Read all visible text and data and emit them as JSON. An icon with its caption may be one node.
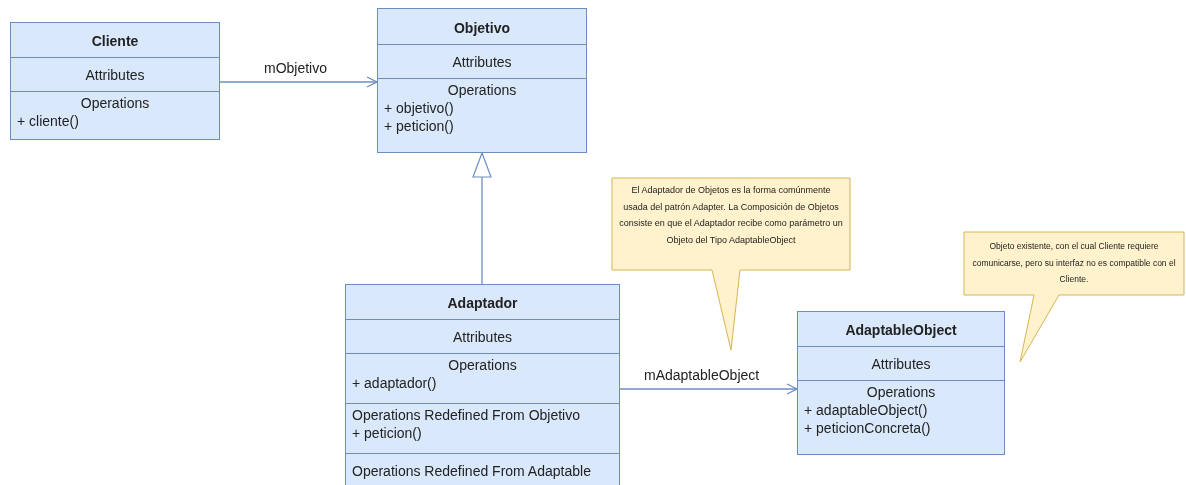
{
  "diagram": {
    "nodes": [
      {
        "text": [
          "Cliente",
          "Attributes",
          "Operations",
          "+ cliente()"
        ]
      },
      {
        "text": [
          "Objetivo",
          "Attributes",
          "Operations",
          "+ objetivo()",
          "+ peticion()"
        ]
      },
      {
        "text": [
          "El Adaptador de Objetos es la forma comúnmente usada del patrón Adapter. La Composición de Objetos consiste en que el Adaptador recibe como parámetro un Objeto del Tipo AdaptableObject"
        ]
      },
      {
        "text": [
          "Objeto existente, con el cual Cliente requiere comunicarse, pero su interfaz no es compatible con el Cliente."
        ]
      },
      {
        "text": [
          "Adaptador",
          "Attributes",
          "Operations",
          "+ adaptador()",
          "Operations Redefined From Objetivo",
          "+ peticion()",
          "Operations Redefined From Adaptable"
        ]
      },
      {
        "text": [
          "AdaptableObject",
          "Attributes",
          "Operations",
          "+ adaptableObject()",
          "+ peticionConcreta()"
        ]
      }
    ],
    "edges": [
      {
        "from": 0,
        "to": 1,
        "arrow": "to",
        "label": "mObjetivo"
      },
      {
        "from": 4,
        "to": 1,
        "arrow": "to"
      },
      {
        "from": 4,
        "to": 5,
        "arrow": "to",
        "label": "mAdaptableObject"
      }
    ]
  }
}
